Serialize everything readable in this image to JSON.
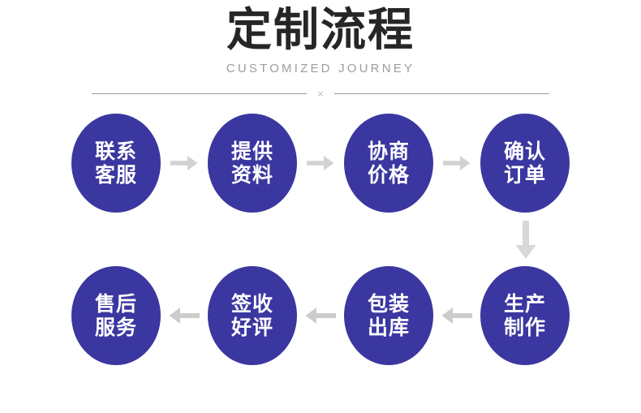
{
  "header": {
    "title": "定制流程",
    "subtitle": "CUSTOMIZED JOURNEY",
    "divider_mark": "×"
  },
  "colors": {
    "circle_fill": "#3b37a0",
    "circle_text": "#ffffff",
    "title_text": "#262626",
    "subtitle_text": "#9d9d9d",
    "arrow_top": "#d2d2d2",
    "arrow_bottom": "#cccccc",
    "arrow_vertical": "#d8d8d8",
    "divider_line": "#9b9b9b",
    "background": "#ffffff"
  },
  "flow": {
    "top_row": [
      {
        "line1": "联系",
        "line2": "客服",
        "name": "contact-support"
      },
      {
        "line1": "提供",
        "line2": "资料",
        "name": "provide-materials"
      },
      {
        "line1": "协商",
        "line2": "价格",
        "name": "negotiate-price"
      },
      {
        "line1": "确认",
        "line2": "订单",
        "name": "confirm-order"
      }
    ],
    "bottom_row": [
      {
        "line1": "售后",
        "line2": "服务",
        "name": "after-sales-service"
      },
      {
        "line1": "签收",
        "line2": "好评",
        "name": "sign-and-review"
      },
      {
        "line1": "包装",
        "line2": "出库",
        "name": "packaging-shipping"
      },
      {
        "line1": "生产",
        "line2": "制作",
        "name": "production"
      }
    ],
    "top_arrow_direction": "right",
    "bottom_arrow_direction": "left",
    "connector_direction": "down"
  }
}
